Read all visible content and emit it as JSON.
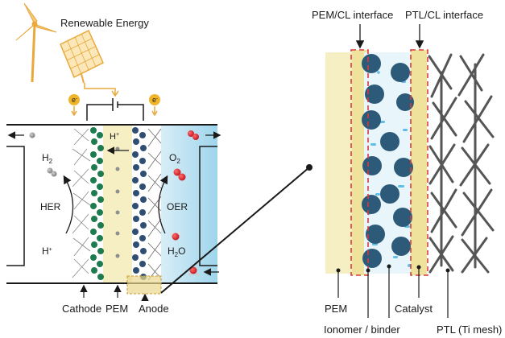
{
  "labels": {
    "renewable_energy": "Renewable Energy",
    "pem_cl_interface": "PEM/CL interface",
    "ptl_cl_interface": "PTL/CL interface",
    "e_minus": "e",
    "e_sup": "-",
    "h_plus": "H",
    "h_plus_sup": "+",
    "h2_main": "H",
    "h2_sub": "2",
    "her": "HER",
    "h_plus_left": "H",
    "h_plus_left_sup": "+",
    "o2_main": "O",
    "o2_sub": "2",
    "oer": "OER",
    "h2o_h": "H",
    "h2o_sub": "2",
    "h2o_o": "O",
    "cathode": "Cathode",
    "pem": "PEM",
    "anode": "Anode",
    "zoom_pem": "PEM",
    "ionomer_binder": "Ionomer / binder",
    "catalyst": "Catalyst",
    "ptl": "PTL (Ti mesh)"
  },
  "colors": {
    "energy_orange": "#e8a83a",
    "cathode_catalyst": "#1e7a4f",
    "anode_catalyst": "#2e4f72",
    "pem_fill": "#f7efc4",
    "ionomer": "#5fbde6",
    "oxygen_red": "#d9232e",
    "interface_dash": "#d93b3b",
    "ptl_gray": "#555555"
  }
}
